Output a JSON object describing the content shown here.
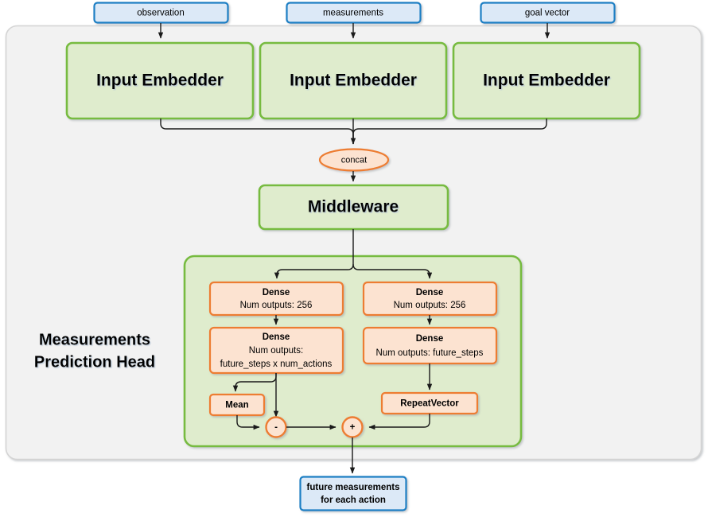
{
  "diagram": {
    "title": "Measurements Prediction Head network diagram",
    "colors": {
      "panel_fill": "#f2f2f2",
      "panel_stroke": "#d0d0d0",
      "io_fill": "#dce9f7",
      "io_stroke": "#1c7fc4",
      "green_fill": "#dfeccd",
      "green_stroke": "#77bb41",
      "orange_fill": "#fce3d1",
      "orange_stroke": "#ed7d31",
      "edge": "#1a1a1a",
      "text": "#000000"
    },
    "inputs": [
      {
        "id": "observation",
        "label": "observation"
      },
      {
        "id": "measurements",
        "label": "measurements"
      },
      {
        "id": "goal-vector",
        "label": "goal vector"
      }
    ],
    "embedders": [
      {
        "id": "input-embedder-1",
        "label": "Input Embedder"
      },
      {
        "id": "input-embedder-2",
        "label": "Input Embedder"
      },
      {
        "id": "input-embedder-3",
        "label": "Input Embedder"
      }
    ],
    "concat": {
      "label": "concat"
    },
    "middleware": {
      "label": "Middleware"
    },
    "head": {
      "group_label_line1": "Measurements",
      "group_label_line2": "Prediction Head",
      "left_branch": {
        "dense_1": {
          "title": "Dense",
          "line1": "Num outputs: 256"
        },
        "dense_2": {
          "title": "Dense",
          "line1": "Num outputs:",
          "line2": "future_steps x num_actions"
        },
        "mean": {
          "label": "Mean"
        },
        "op": {
          "label": "-"
        }
      },
      "right_branch": {
        "dense_1": {
          "title": "Dense",
          "line1": "Num outputs: 256"
        },
        "dense_2": {
          "title": "Dense",
          "line1": "Num outputs: future_steps"
        },
        "repeat_vector": {
          "label": "RepeatVector"
        }
      },
      "merge_op": {
        "label": "+"
      }
    },
    "output": {
      "line1": "future measurements",
      "line2": "for each action"
    }
  }
}
